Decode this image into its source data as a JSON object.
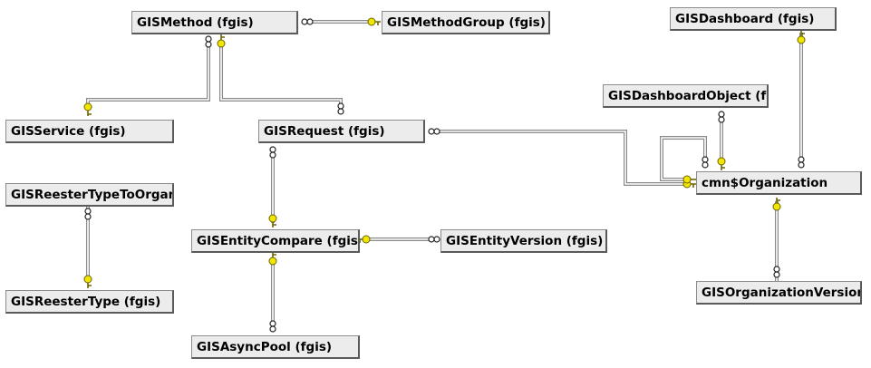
{
  "tables": {
    "gismethod": "GISMethod (fgis)",
    "gismethodgroup": "GISMethodGroup (fgis)",
    "gisdashboard": "GISDashboard (fgis)",
    "gisdashboardobject": "GISDashboardObject (fgis)",
    "gisservice": "GISService (fgis)",
    "gisrequest": "GISRequest (fgis)",
    "cmn_organization": "cmn$Organization",
    "gisreestertypetoorganization": "GISReesterTypeToOrganization (fgis)",
    "gisentitycompare": "GISEntityCompare (fgis)",
    "gisentityversion": "GISEntityVersion (fgis)",
    "gisreestertype": "GISReesterType (fgis)",
    "gisorganizationversion": "GISOrganizationVersion (fgis)",
    "gisasyncpool": "GISAsyncPool (fgis)"
  },
  "relationships": [
    {
      "from": "GISMethod (fgis)",
      "to": "GISMethodGroup (fgis)",
      "many_end": "GISMethod (fgis)",
      "key_end": "GISMethodGroup (fgis)"
    },
    {
      "from": "GISMethod (fgis)",
      "to": "GISService (fgis)",
      "many_end": "GISMethod (fgis)",
      "key_end": "GISService (fgis)"
    },
    {
      "from": "GISMethod (fgis)",
      "to": "GISRequest (fgis)",
      "many_end": "GISRequest (fgis)",
      "key_end": "GISMethod (fgis)"
    },
    {
      "from": "GISRequest (fgis)",
      "to": "cmn$Organization",
      "many_end": "GISRequest (fgis)",
      "key_end": "cmn$Organization"
    },
    {
      "from": "cmn$Organization",
      "to": "cmn$Organization",
      "many_end": "cmn$Organization",
      "key_end": "cmn$Organization"
    },
    {
      "from": "GISDashboardObject (fgis)",
      "to": "cmn$Organization",
      "many_end": "GISDashboardObject (fgis)",
      "key_end": "cmn$Organization"
    },
    {
      "from": "GISDashboard (fgis)",
      "to": "cmn$Organization",
      "many_end": "cmn$Organization",
      "key_end": "GISDashboard (fgis)"
    },
    {
      "from": "cmn$Organization",
      "to": "GISOrganizationVersion (fgis)",
      "many_end": "GISOrganizationVersion (fgis)",
      "key_end": "cmn$Organization"
    },
    {
      "from": "GISRequest (fgis)",
      "to": "GISEntityCompare (fgis)",
      "many_end": "GISRequest (fgis)",
      "key_end": "GISEntityCompare (fgis)"
    },
    {
      "from": "GISEntityVersion (fgis)",
      "to": "GISEntityCompare (fgis)",
      "many_end": "GISEntityVersion (fgis)",
      "key_end": "GISEntityCompare (fgis)"
    },
    {
      "from": "GISAsyncPool (fgis)",
      "to": "GISEntityCompare (fgis)",
      "many_end": "GISAsyncPool (fgis)",
      "key_end": "GISEntityCompare (fgis)"
    },
    {
      "from": "GISReesterTypeToOrganization (fgis)",
      "to": "GISReesterType (fgis)",
      "many_end": "GISReesterTypeToOrganization (fgis)",
      "key_end": "GISReesterType (fgis)"
    }
  ]
}
